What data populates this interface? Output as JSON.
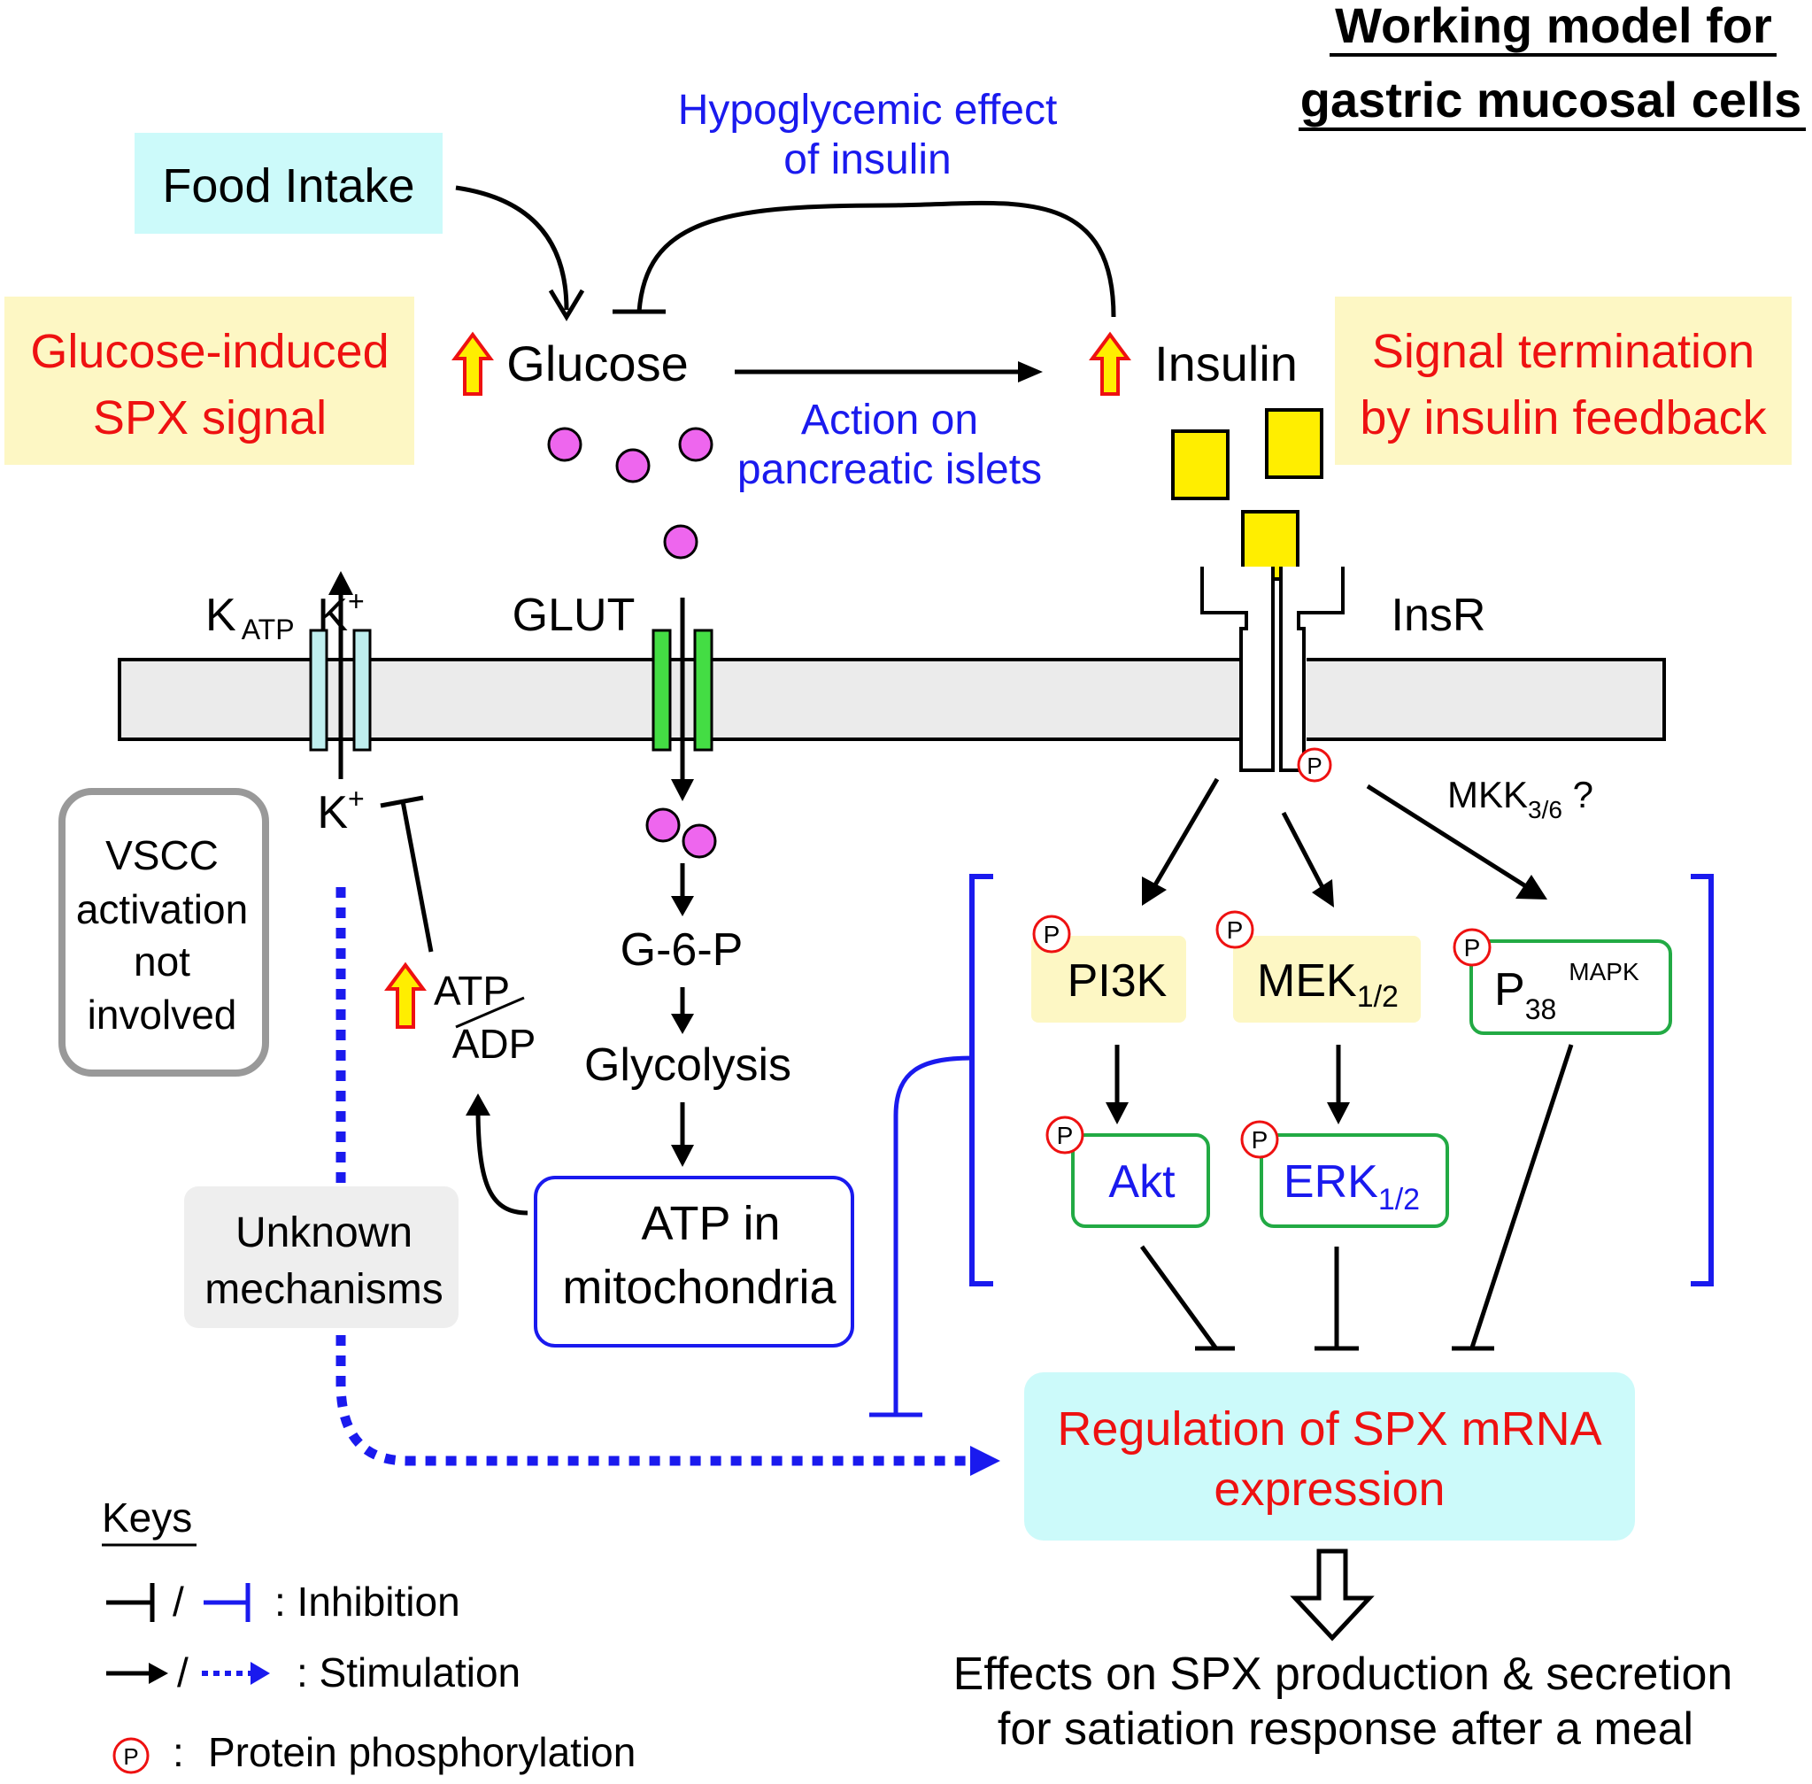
{
  "title": {
    "line1": "Working model for",
    "line2": "gastric mucosal cells"
  },
  "food_intake": "Food Intake",
  "hypoglycemic": {
    "line1": "Hypoglycemic effect",
    "line2": "of insulin"
  },
  "glucose_induced": {
    "line1": "Glucose-induced",
    "line2": "SPX signal"
  },
  "signal_termination": {
    "line1": "Signal termination",
    "line2": "by insulin feedback"
  },
  "glucose": "Glucose",
  "insulin": "Insulin",
  "action_islets": {
    "line1": "Action on",
    "line2": "pancreatic islets"
  },
  "k_plus": "K",
  "k_sup": "+",
  "katp": {
    "main": "K",
    "sub": "ATP"
  },
  "glut": "GLUT",
  "insr": "InsR",
  "mkk": {
    "main": "MKK",
    "sub": "3/6",
    "suffix": " ?"
  },
  "vscc": {
    "line1": "VSCC",
    "line2": "activation",
    "line3": "not",
    "line4": "involved"
  },
  "atp_ratio": {
    "num": "ATP",
    "den": "ADP"
  },
  "g6p": "G-6-P",
  "glycolysis": "Glycolysis",
  "atp_mito": {
    "line1": "ATP in",
    "line2": "mitochondria"
  },
  "unknown": {
    "line1": "Unknown",
    "line2": "mechanisms"
  },
  "pi3k": "PI3K",
  "mek": {
    "main": "MEK",
    "sub": "1/2"
  },
  "p38": {
    "main": "P",
    "sub": "38",
    "sup": "MAPK"
  },
  "akt": "Akt",
  "erk": {
    "main": "ERK",
    "sub": "1/2"
  },
  "p_label": "P",
  "regulation": {
    "line1": "Regulation of SPX mRNA",
    "line2": "expression"
  },
  "effects": {
    "line1": "Effects on SPX production & secretion",
    "line2": "for satiation response after a meal"
  },
  "keys": {
    "title": "Keys",
    "slash": "/",
    "inhibition": ": Inhibition",
    "stimulation": ": Stimulation",
    "phospho_colon": ":",
    "phosphorylation": "Protein phosphorylation"
  },
  "colors": {
    "red": "#ee1111",
    "blue": "#1a1aee",
    "yellow_box": "#fdf7c4",
    "cyan_box": "#ccfafa",
    "green_border": "#22aa44",
    "magenta_dot": "#ee66ee",
    "insulin_square": "#ffee00",
    "membrane": "#ebebeb"
  }
}
